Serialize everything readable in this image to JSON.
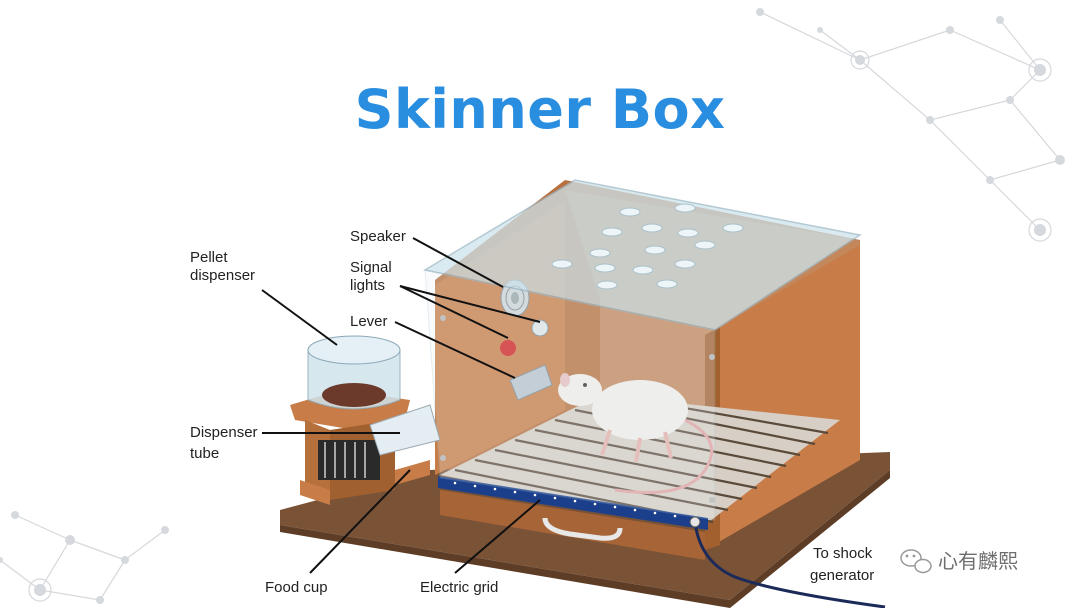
{
  "title": "Skinner Box",
  "colors": {
    "title": "#2a8ee0",
    "wood": "#c87c47",
    "wood_dark": "#9c5a2e",
    "base": "#7a5236",
    "glass": "#cde3ec",
    "grid_bar": "#1c3f8c",
    "network": "#d5d8dc"
  },
  "labels": {
    "pellet_1": "Pellet",
    "pellet_2": "dispenser",
    "speaker": "Speaker",
    "signal_1": "Signal",
    "signal_2": "lights",
    "lever": "Lever",
    "tube_1": "Dispenser",
    "tube_2": "tube",
    "food_cup": "Food cup",
    "grid": "Electric grid",
    "shock_1": "To shock",
    "shock_2": "generator"
  },
  "watermark": {
    "icon": "wechat-icon",
    "text": "心有麟熙"
  }
}
